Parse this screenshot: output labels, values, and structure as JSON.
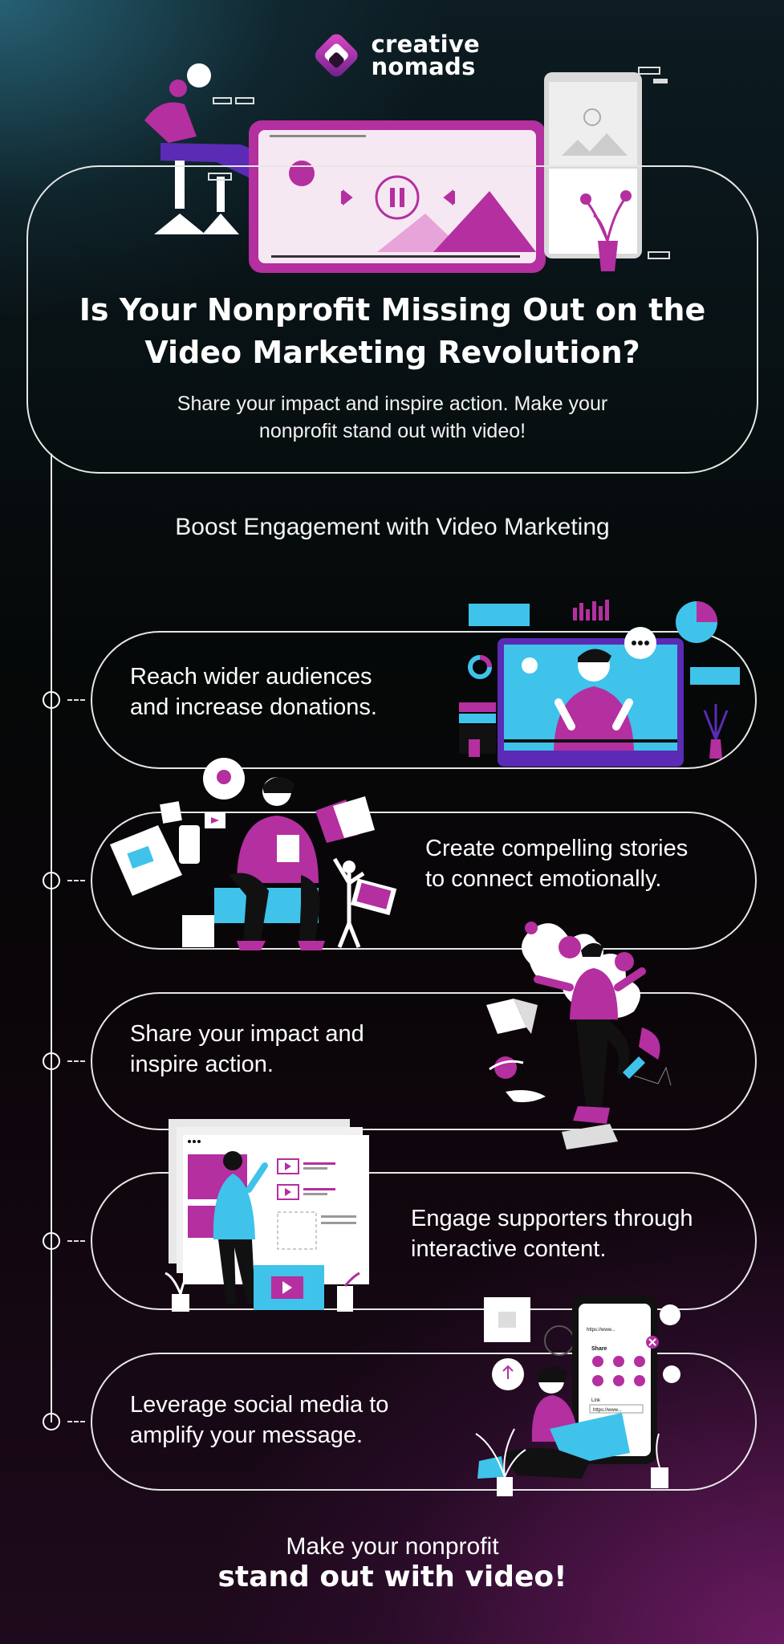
{
  "brand": {
    "line1": "creative",
    "line2": "nomads"
  },
  "hero": {
    "title_line1": "Is Your Nonprofit Missing Out on the",
    "title_line2": "Video Marketing Revolution?",
    "subtitle_line1": "Share your impact and inspire action. Make your",
    "subtitle_line2": "nonprofit stand out with video!"
  },
  "section": {
    "heading": "Boost Engagement with Video Marketing"
  },
  "benefits": [
    {
      "line1": "Reach wider audiences",
      "line2": "and increase donations."
    },
    {
      "line1": "Create compelling stories",
      "line2": "to connect emotionally."
    },
    {
      "line1": "Share your impact and",
      "line2": "inspire action."
    },
    {
      "line1": "Engage supporters through",
      "line2": "interactive content."
    },
    {
      "line1": "Leverage social media to",
      "line2": "amplify your message."
    }
  ],
  "cta": {
    "line1": "Make your nonprofit",
    "line2": "stand out with video!"
  },
  "phone_ui": {
    "url": "https://www...",
    "share_label": "Share",
    "link_label": "Link"
  },
  "colors": {
    "accent_magenta": "#b42f9f",
    "accent_cyan": "#3fc3ea",
    "outline": "#e6e6e6"
  }
}
